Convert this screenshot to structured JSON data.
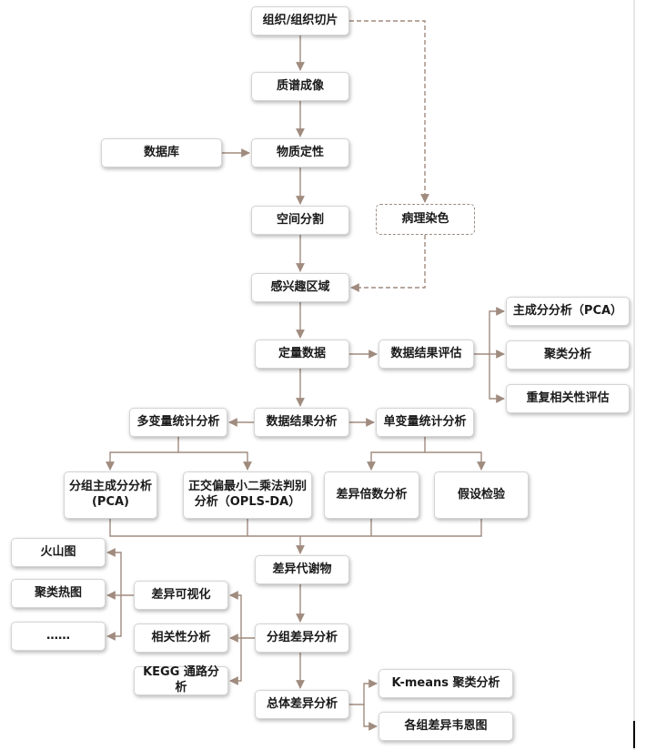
{
  "diagram": {
    "colors": {
      "arrow": "#a08b7f",
      "node_border": "#d4d4d4",
      "dashed_border": "#9a8c84",
      "text": "#1a1a1a"
    },
    "nodes": {
      "tissue": "组织/组织切片",
      "ms_imaging": "质谱成像",
      "database": "数据库",
      "qualitative": "物质定性",
      "spatial_seg": "空间分割",
      "pathology": "病理染色",
      "roi": "感兴趣区域",
      "quant": "定量数据",
      "eval": "数据结果评估",
      "pca": "主成分分析（PCA）",
      "cluster": "聚类分析",
      "repeat_corr": "重复相关性评估",
      "multivar": "多变量统计分析",
      "result_analysis": "数据结果分析",
      "univar": "单变量统计分析",
      "group_pca": "分组主成分分析\n(PCA)",
      "oplsda": "正交偏最小二乘法判别\n分析（OPLS-DA）",
      "fold_change": "差异倍数分析",
      "hypothesis": "假设检验",
      "diff_metab": "差异代谢物",
      "volcano": "火山图",
      "heatmap": "聚类热图",
      "ellipsis": "……",
      "diff_vis": "差异可视化",
      "corr": "相关性分析",
      "kegg": "KEGG 通路分析",
      "group_diff": "分组差异分析",
      "overall_diff": "总体差异分析",
      "kmeans": "K-means 聚类分析",
      "venn": "各组差异韦恩图"
    }
  }
}
